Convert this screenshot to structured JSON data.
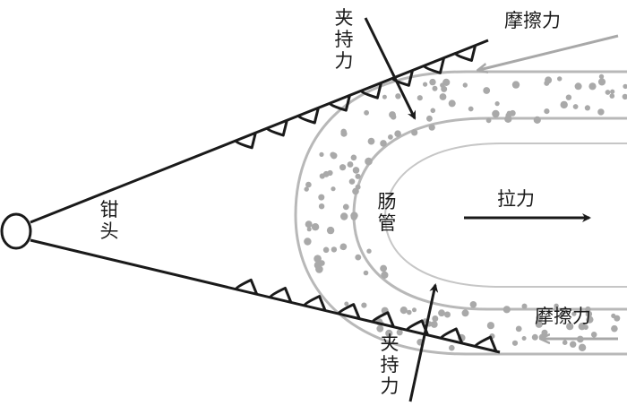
{
  "labels": {
    "clamp_top": "夹持力",
    "friction_top": "摩擦力",
    "jaw": "钳头",
    "intestine": "肠管",
    "pull": "拉力",
    "friction_bottom": "摩擦力",
    "clamp_bottom": "夹持力"
  },
  "colors": {
    "line": "#1a1a1a",
    "intestine_outline": "#b8b8b8",
    "dots": "#a9a9a9",
    "friction_arrow": "#a8a8a8"
  }
}
